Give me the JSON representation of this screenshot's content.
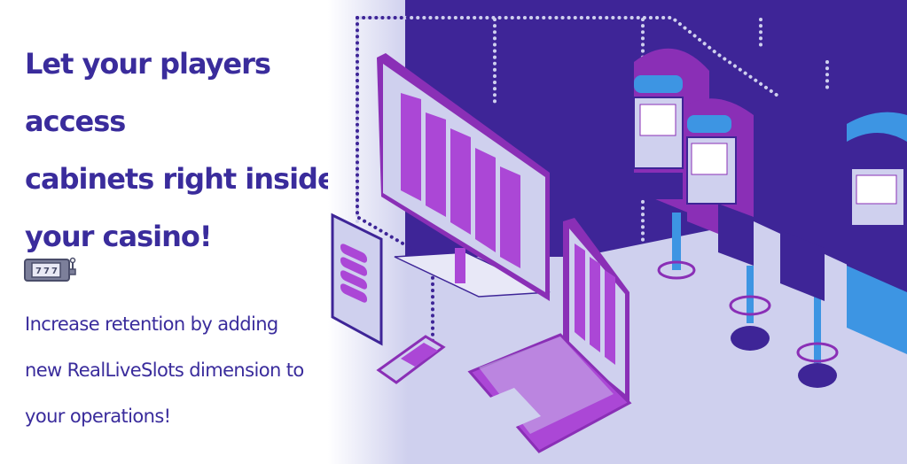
{
  "hero": {
    "title_lines": [
      "Let your players access",
      "cabinets right inside",
      "your casino!"
    ],
    "feature": {
      "icon": "slot-machine-icon",
      "slot_reels": [
        "7",
        "7",
        "7"
      ],
      "text_lines": [
        "Increase retention by adding",
        "new RealLiveSlots dimension to",
        "your operations!"
      ]
    }
  },
  "colors": {
    "text": "#3a2c9c",
    "wall": "#3e2597",
    "floor": "#cfd0ee",
    "accent_purple": "#ab47d6",
    "accent_blue": "#3d95e3"
  }
}
